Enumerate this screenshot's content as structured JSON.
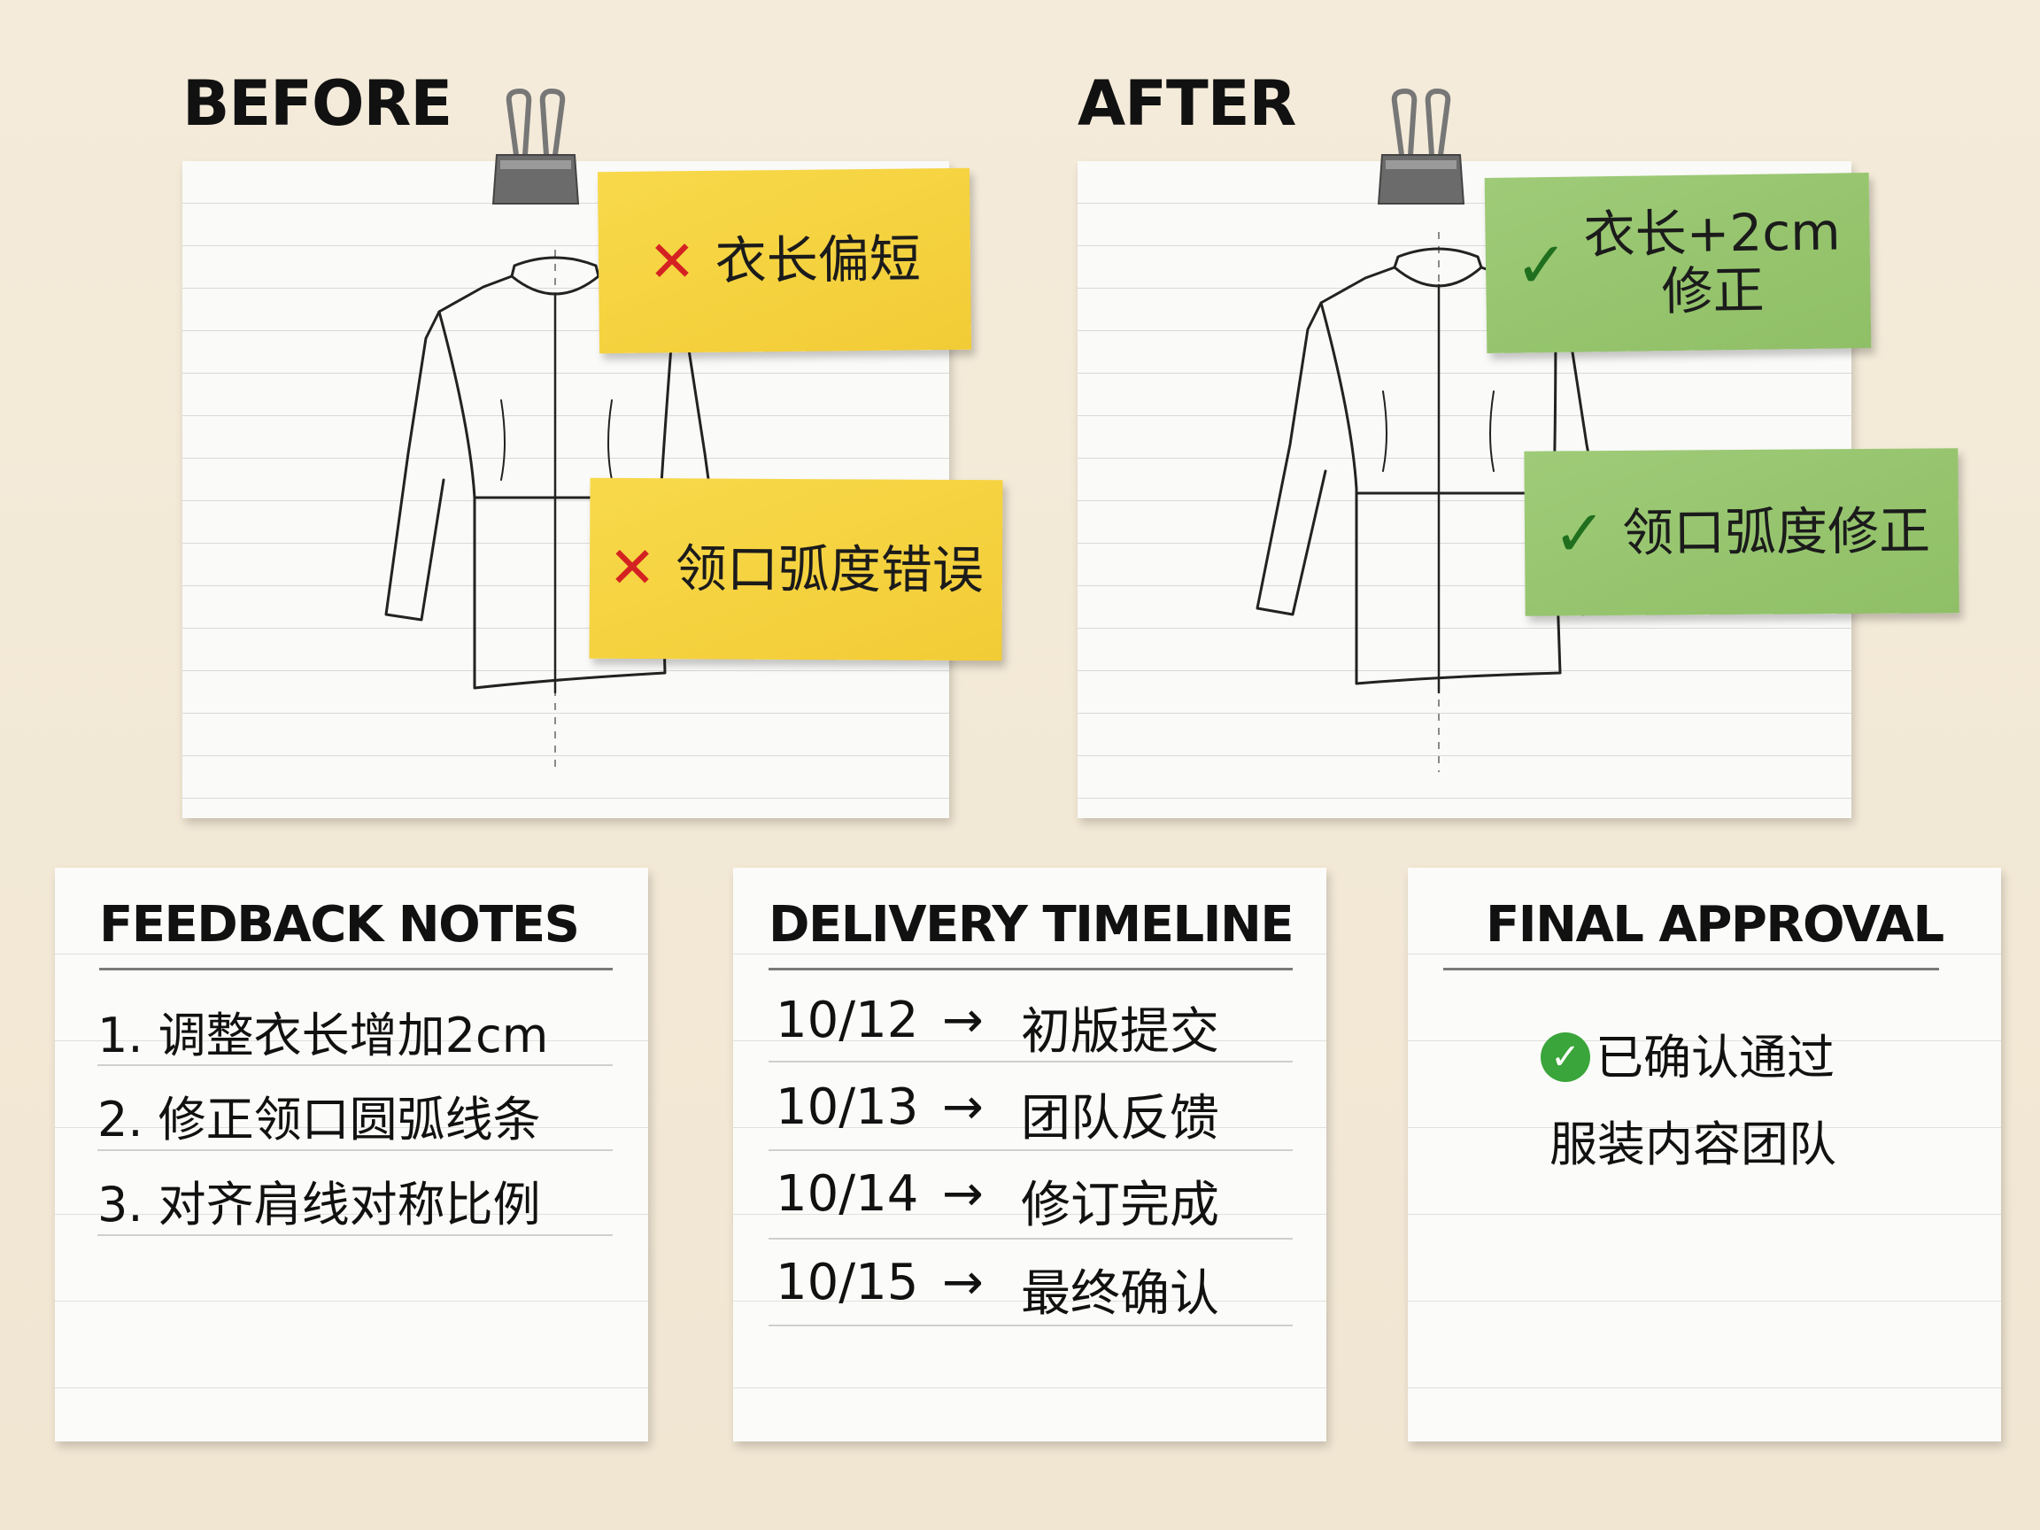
{
  "before": {
    "heading": "BEFORE",
    "notes": [
      {
        "mark": "✕",
        "text": "衣长偏短"
      },
      {
        "mark": "✕",
        "text": "领口弧度错误"
      }
    ]
  },
  "after": {
    "heading": "AFTER",
    "notes": [
      {
        "mark": "✓",
        "text_line1": "衣长+2cm",
        "text_line2": "修正"
      },
      {
        "mark": "✓",
        "text": "领口弧度修正"
      }
    ]
  },
  "feedback": {
    "title": "FEEDBACK NOTES",
    "items": [
      "1.  调整衣长增加2cm",
      "2.  修正领口圆弧线条",
      "3.  对齐肩线对称比例"
    ]
  },
  "timeline": {
    "title": "DELIVERY TIMELINE",
    "arrow": "→",
    "entries": [
      {
        "date": "10/12",
        "event": "初版提交"
      },
      {
        "date": "10/13",
        "event": "团队反馈"
      },
      {
        "date": "10/14",
        "event": "修订完成"
      },
      {
        "date": "10/15",
        "event": "最终确认"
      }
    ]
  },
  "approval": {
    "title": "FINAL APPROVAL",
    "status_mark": "✓",
    "status": "已确认通过",
    "team": "服装内容团队"
  },
  "colors": {
    "background": "#f2e8d5",
    "sticky_yellow": "#f4cf3b",
    "sticky_green": "#94c46c",
    "cross_red": "#d42222",
    "check_green": "#1f6f1e",
    "badge_green": "#3aa53a"
  },
  "icons": [
    "binder-clip-icon",
    "cross-icon",
    "check-icon",
    "check-circle-icon",
    "right-arrow-icon",
    "jacket-sketch"
  ]
}
